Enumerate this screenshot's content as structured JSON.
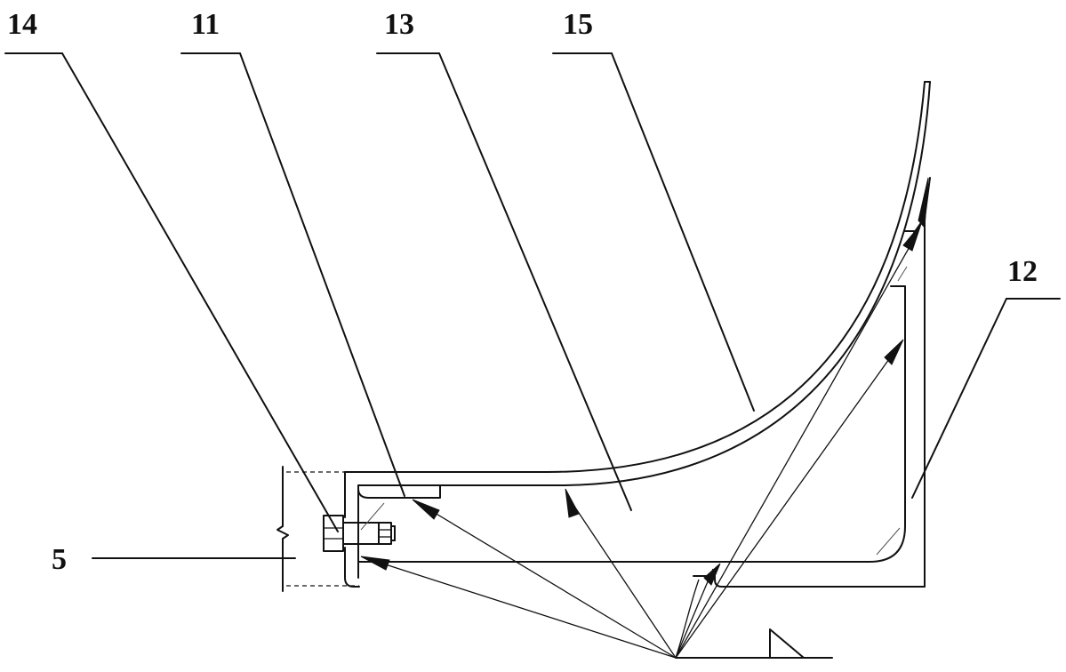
{
  "diagram": {
    "labels": [
      {
        "id": "label-14",
        "text": "14"
      },
      {
        "id": "label-11",
        "text": "11"
      },
      {
        "id": "label-13",
        "text": "13"
      },
      {
        "id": "label-15",
        "text": "15"
      },
      {
        "id": "label-12",
        "text": "12"
      },
      {
        "id": "label-5",
        "text": "5"
      }
    ]
  }
}
